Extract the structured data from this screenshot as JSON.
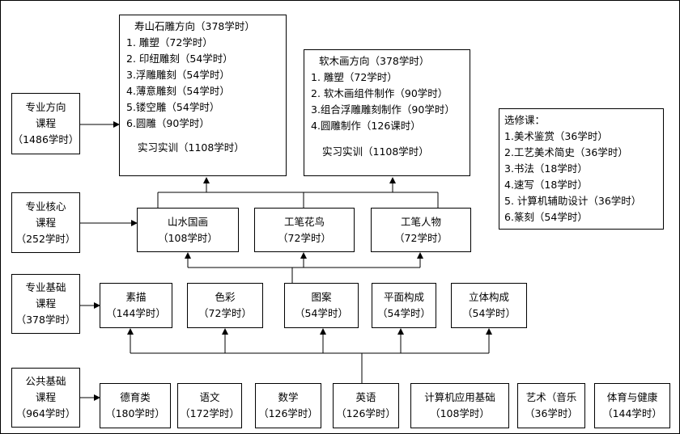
{
  "categories": {
    "direction": {
      "line1": "专业方向",
      "line2": "课程",
      "hours": "（1486学时）"
    },
    "core": {
      "line1": "专业核心",
      "line2": "课程",
      "hours": "（252学时）"
    },
    "foundation": {
      "line1": "专业基础",
      "line2": "课程",
      "hours": "（378学时）"
    },
    "public": {
      "line1": "公共基础",
      "line2": "课程",
      "hours": "（964学时）"
    }
  },
  "directions": [
    {
      "title": "寿山石雕方向（378学时）",
      "items": [
        "1. 雕塑（72学时）",
        "2. 印纽雕刻（54学时）",
        "3.浮雕雕刻（54学时）",
        "4.薄意雕刻（54学时）",
        "5.镂空雕（54学时）",
        "6.圆雕（90学时）"
      ],
      "training": "实习实训（1108学时）"
    },
    {
      "title": "软木画方向（378学时）",
      "items": [
        "1. 雕塑（72学时）",
        "2. 软木画组件制作（90学时）",
        "3.组合浮雕雕刻制作（90学时）",
        "4.圆雕制作（126课时）"
      ],
      "training": "实习实训（1108学时）"
    }
  ],
  "core_courses": [
    {
      "name": "山水国画",
      "hours": "（108学时）"
    },
    {
      "name": "工笔花鸟",
      "hours": "（72学时）"
    },
    {
      "name": "工笔人物",
      "hours": "（72学时）"
    }
  ],
  "foundation_courses": [
    {
      "name": "素描",
      "hours": "（144学时）"
    },
    {
      "name": "色彩",
      "hours": "（72学时）"
    },
    {
      "name": "图案",
      "hours": "（54学时）"
    },
    {
      "name": "平面构成",
      "hours": "（54学时）"
    },
    {
      "name": "立体构成",
      "hours": "（54学时）"
    }
  ],
  "public_courses": [
    {
      "name": "德育类",
      "hours": "（180学时）"
    },
    {
      "name": "语文",
      "hours": "（172学时）"
    },
    {
      "name": "数学",
      "hours": "（126学时）"
    },
    {
      "name": "英语",
      "hours": "（126学时）"
    },
    {
      "name": "计算机应用基础",
      "hours": "（108学时）"
    },
    {
      "name": "艺术（音乐",
      "hours": "（36学时）"
    },
    {
      "name": "体育与健康",
      "hours": "（144学时）"
    }
  ],
  "electives": {
    "title": "选修课：",
    "items": [
      "1.美术鉴赏（36学时）",
      "2.工艺美术简史（36学时）",
      "3.书法（18学时）",
      "4.速写（18学时）",
      "5. 计算机辅助设计（36学时）",
      "6.篆刻（54学时）"
    ]
  }
}
